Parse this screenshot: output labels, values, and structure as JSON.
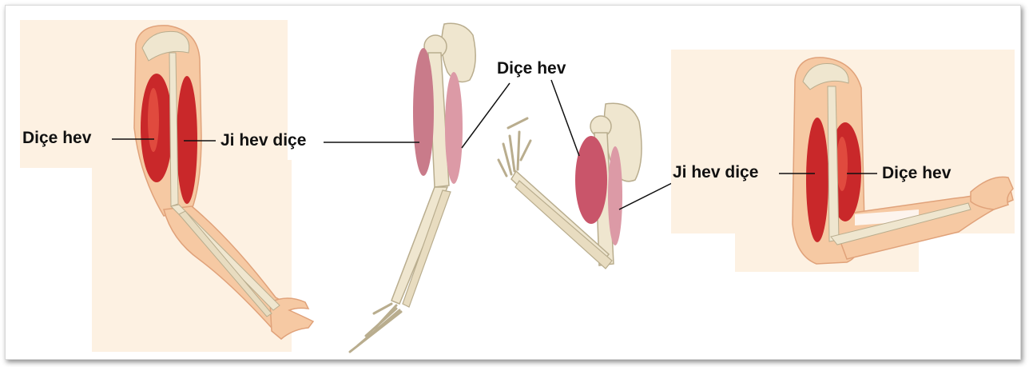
{
  "labels": {
    "fig1_left": "Diçe hev",
    "fig1_right": "Ji hev diçe",
    "fig2_top": "Diçe hev",
    "fig3_left": "Ji hev diçe",
    "fig3_right": "Diçe hev"
  },
  "colors": {
    "muscle": "#c9282a",
    "muscle_light": "#e04a3e",
    "skin": "#f6c9a3",
    "skin_shadow": "#e9a87e",
    "bone": "#efe6cf",
    "bone_edge": "#b9ad8e",
    "muscle_pale": "#c97b8a",
    "panel_bg": "#fdf1e2",
    "line": "#111111"
  }
}
